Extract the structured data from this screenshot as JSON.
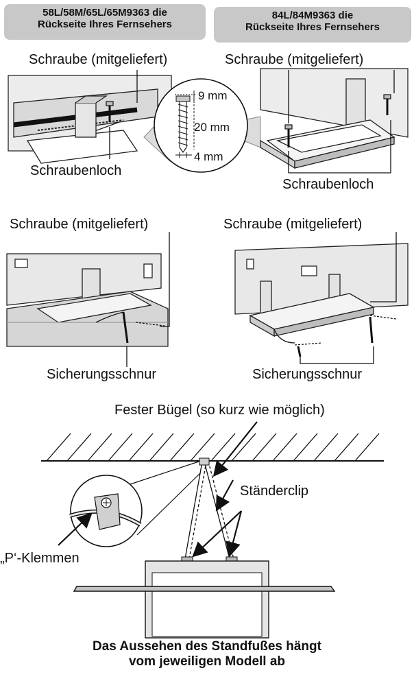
{
  "headers": {
    "left_line1": "58L/58M/65L/65M9363 die",
    "left_line2": "Rückseite Ihres Fernsehers",
    "right_line1": "84L/84M9363 die",
    "right_line2": "Rückseite Ihres Fernsehers"
  },
  "top_section": {
    "left_screw_label": "Schraube (mitgeliefert)",
    "right_screw_label": "Schraube (mitgeliefert)",
    "left_hole_label": "Schraubenloch",
    "right_hole_label": "Schraubenloch",
    "dim_head": "9 mm",
    "dim_length": "20 mm",
    "dim_thread": "4 mm"
  },
  "middle_section": {
    "left_screw_label": "Schraube (mitgeliefert)",
    "right_screw_label": "Schraube (mitgeliefert)",
    "left_cord_label": "Sicherungsschnur",
    "right_cord_label": "Sicherungsschnur"
  },
  "bottom_section": {
    "bracket_label": "Fester Bügel (so kurz wie möglich)",
    "stand_clip_label": "Ständerclip",
    "p_clamp_label": "„P‘-Klemmen"
  },
  "caption": {
    "line1": "Das Aussehen des Standfußes hängt",
    "line2": "vom jeweiligen Modell ab"
  }
}
